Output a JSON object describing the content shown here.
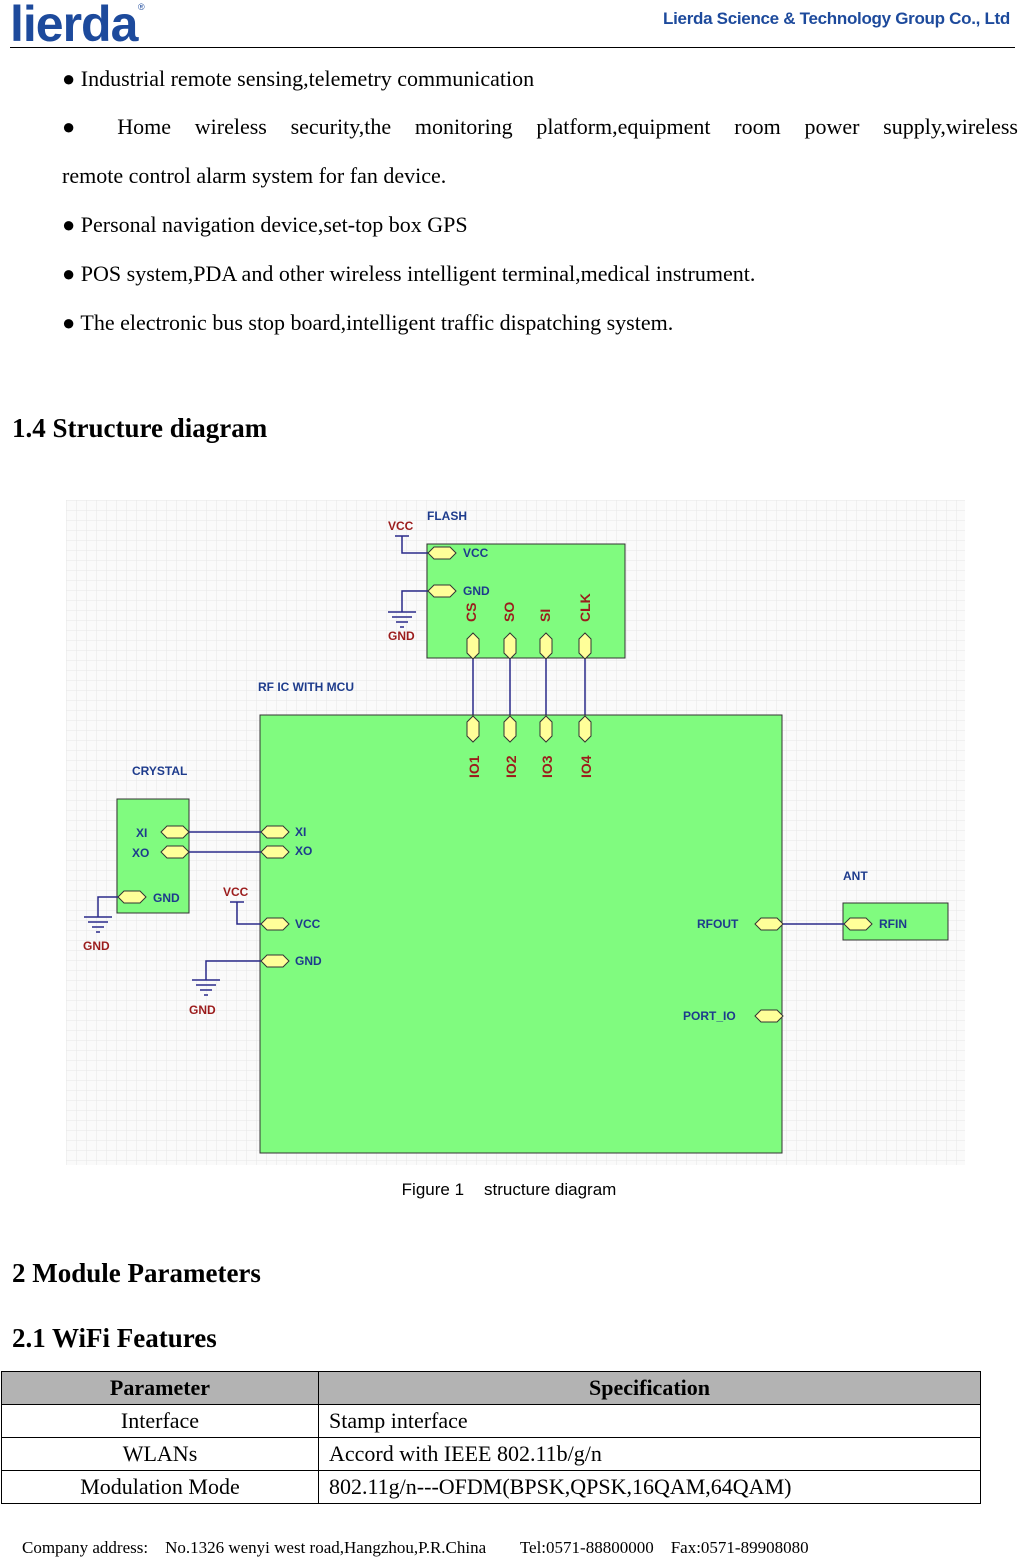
{
  "header": {
    "logo_text": "lierda",
    "logo_mark": "®",
    "company": "Lierda Science & Technology Group Co., Ltd"
  },
  "bullets": [
    "● Industrial remote sensing,telemetry communication",
    "● Home wireless security,the monitoring platform,equipment room power supply,wireless",
    "remote control alarm system for fan device.",
    "● Personal navigation device,set-top box GPS",
    "● POS system,PDA and other wireless intelligent terminal,medical instrument.",
    "● The electronic bus stop board,intelligent traffic dispatching system."
  ],
  "section_1_4": "1.4 Structure diagram",
  "diagram": {
    "flash_title": "FLASH",
    "flash_vcc_net": "VCC",
    "flash_gnd_net": "GND",
    "flash_pin_vcc": "VCC",
    "flash_pin_gnd": "GND",
    "flash_pins": [
      "CS",
      "SO",
      "SI",
      "CLK"
    ],
    "mcu_title": "RF IC WITH MCU",
    "mcu_io_pins": [
      "IO1",
      "IO2",
      "IO3",
      "IO4"
    ],
    "mcu_pin_xi": "XI",
    "mcu_pin_xo": "XO",
    "mcu_pin_vcc": "VCC",
    "mcu_pin_gnd": "GND",
    "mcu_vcc_net": "VCC",
    "mcu_gnd_net": "GND",
    "mcu_pin_rfout": "RFOUT",
    "mcu_pin_port_io": "PORT_IO",
    "crystal_title": "CRYSTAL",
    "crystal_pin_xi": "XI",
    "crystal_pin_xo": "XO",
    "crystal_pin_gnd": "GND",
    "crystal_gnd_net": "GND",
    "ant_title": "ANT",
    "ant_pin_rfin": "RFIN",
    "colors": {
      "block": "#80fb7f",
      "pin": "#ffff99",
      "wire": "#2a2a8a",
      "net": "#9b1c1c",
      "grid": "#e4e4e4"
    }
  },
  "caption": {
    "figure": "Figure 1",
    "text": "structure diagram"
  },
  "section_2": "2 Module Parameters",
  "section_2_1": "2.1 WiFi Features",
  "table": {
    "headers": [
      "Parameter",
      "Specification"
    ],
    "rows": [
      [
        "Interface",
        "Stamp interface"
      ],
      [
        "WLANs",
        "Accord with IEEE 802.11b/g/n"
      ],
      [
        "Modulation Mode",
        "802.11g/n---OFDM(BPSK,QPSK,16QAM,64QAM)"
      ]
    ]
  },
  "footer": {
    "address": "Company address:    No.1326 wenyi west road,Hangzhou,P.R.China",
    "tel": "Tel:0571-88800000",
    "fax": "Fax:0571-89908080"
  }
}
